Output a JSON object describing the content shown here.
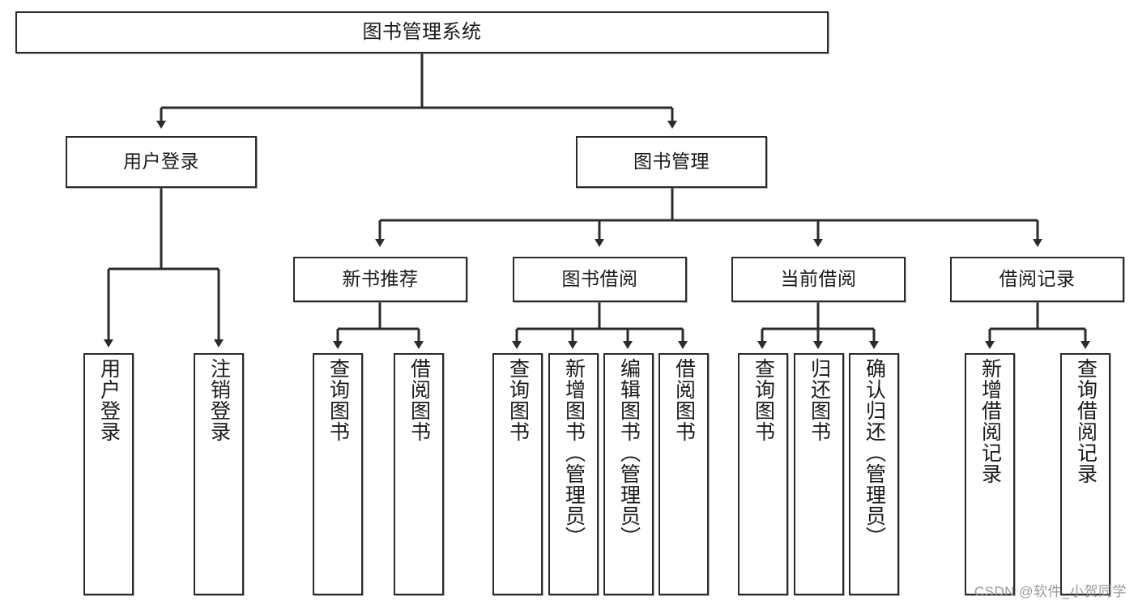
{
  "diagram": {
    "title": "图书管理系统",
    "type": "hierarchy-tree",
    "watermark": "CSDN @软件_小贺同学",
    "colors": {
      "border": "#2b2b2b",
      "text": "#1a1a1a",
      "background": "#ffffff",
      "connector": "#2b2b2b",
      "watermark": "#9a9a9a"
    },
    "nodes": {
      "root": {
        "label": "图书管理系统"
      },
      "level2": [
        {
          "id": "user-login",
          "label": "用户登录"
        },
        {
          "id": "book-manage",
          "label": "图书管理"
        }
      ],
      "level3": [
        {
          "id": "new-book-recommend",
          "label": "新书推荐"
        },
        {
          "id": "book-borrow",
          "label": "图书借阅"
        },
        {
          "id": "current-borrow",
          "label": "当前借阅"
        },
        {
          "id": "borrow-record",
          "label": "借阅记录"
        }
      ],
      "leaves": {
        "user-login": [
          {
            "id": "leaf-user-login",
            "label": "用户登录"
          },
          {
            "id": "leaf-logout",
            "label": "注销登录"
          }
        ],
        "new-book-recommend": [
          {
            "id": "leaf-query-book-1",
            "label": "查询图书"
          },
          {
            "id": "leaf-borrow-book-1",
            "label": "借阅图书"
          }
        ],
        "book-borrow": [
          {
            "id": "leaf-query-book-2",
            "label": "查询图书"
          },
          {
            "id": "leaf-add-book",
            "label": "新增图书（管理员）"
          },
          {
            "id": "leaf-edit-book",
            "label": "编辑图书（管理员）"
          },
          {
            "id": "leaf-borrow-book-2",
            "label": "借阅图书"
          }
        ],
        "current-borrow": [
          {
            "id": "leaf-query-book-3",
            "label": "查询图书"
          },
          {
            "id": "leaf-return-book",
            "label": "归还图书"
          },
          {
            "id": "leaf-confirm-return",
            "label": "确认归还（管理员）"
          }
        ],
        "borrow-record": [
          {
            "id": "leaf-add-record",
            "label": "新增借阅记录"
          },
          {
            "id": "leaf-query-record",
            "label": "查询借阅记录"
          }
        ]
      }
    }
  }
}
